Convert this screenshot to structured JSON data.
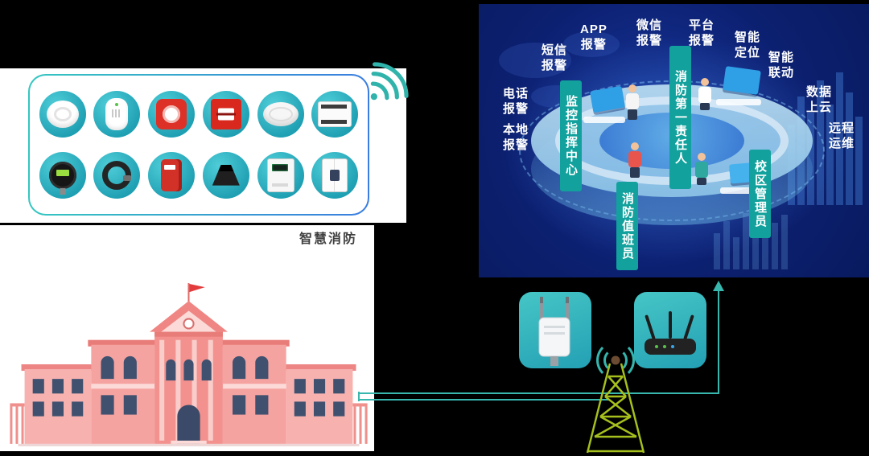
{
  "caption": "智慧消防",
  "command_center": {
    "alarm_labels": [
      "电话\n报警",
      "短信\n报警",
      "APP\n报警",
      "微信\n报警",
      "平台\n报警",
      "智能\n定位",
      "智能\n联动",
      "数据\n上云",
      "远程\n运维",
      "本地\n报警"
    ],
    "roles": [
      "监控指挥中心",
      "消防第一责任人",
      "消防值班员",
      "校区管理员"
    ]
  },
  "device_icons": [
    "smoke-detector",
    "gas-detector",
    "fire-alarm-bell",
    "manual-call-point",
    "ceiling-sounder",
    "signal-module",
    "digital-pressure-gauge",
    "sensing-cable-reel",
    "fire-control-box",
    "horn-speaker",
    "din-rail-meter",
    "circuit-breaker"
  ],
  "colors": {
    "accent_teal": "#38b7ae",
    "panel_navy": "#0d2170",
    "role_label_bg": "#12a19c",
    "building_pink": "#f2918e",
    "tower_green": "#a6bf1c"
  }
}
